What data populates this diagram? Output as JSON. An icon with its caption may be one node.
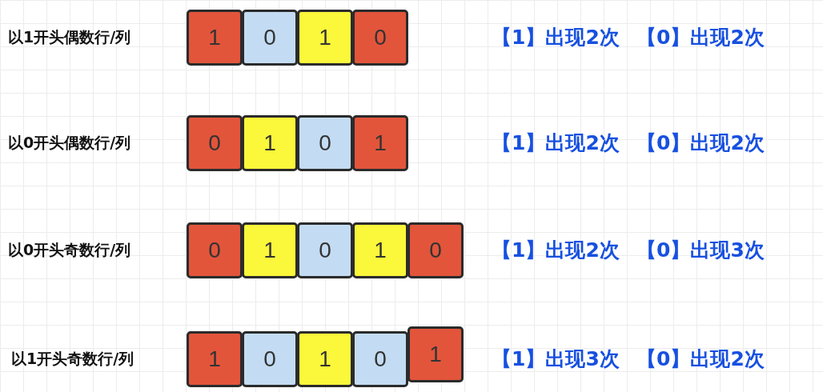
{
  "diagram": {
    "nodes": [
      {
        "text": [
          "1"
        ]
      },
      {
        "text": [
          "0"
        ]
      },
      {
        "text": [
          "1"
        ]
      },
      {
        "text": [
          "0"
        ]
      },
      {
        "text": [
          "0"
        ]
      },
      {
        "text": [
          "1"
        ]
      },
      {
        "text": [
          "0"
        ]
      },
      {
        "text": [
          "1"
        ]
      },
      {
        "text": [
          "0"
        ]
      },
      {
        "text": [
          "1"
        ]
      },
      {
        "text": [
          "0"
        ]
      },
      {
        "text": [
          "1"
        ]
      },
      {
        "text": [
          "0"
        ]
      },
      {
        "text": [
          "1"
        ]
      },
      {
        "text": [
          "0"
        ]
      },
      {
        "text": [
          "1"
        ]
      },
      {
        "text": [
          "0"
        ]
      },
      {
        "text": [
          "1"
        ]
      }
    ],
    "labels": [
      "以1开头偶数行/列",
      "【1】出现2次",
      "【0】出现2次",
      "以0开头偶数行/列",
      "【1】出现2次",
      "【0】出现2次",
      "以0开头奇数行/列",
      "【1】出现2次",
      "【0】出现3次",
      "以1开头奇数行/列",
      "【1】出现3次",
      "【0】出现2次"
    ]
  }
}
